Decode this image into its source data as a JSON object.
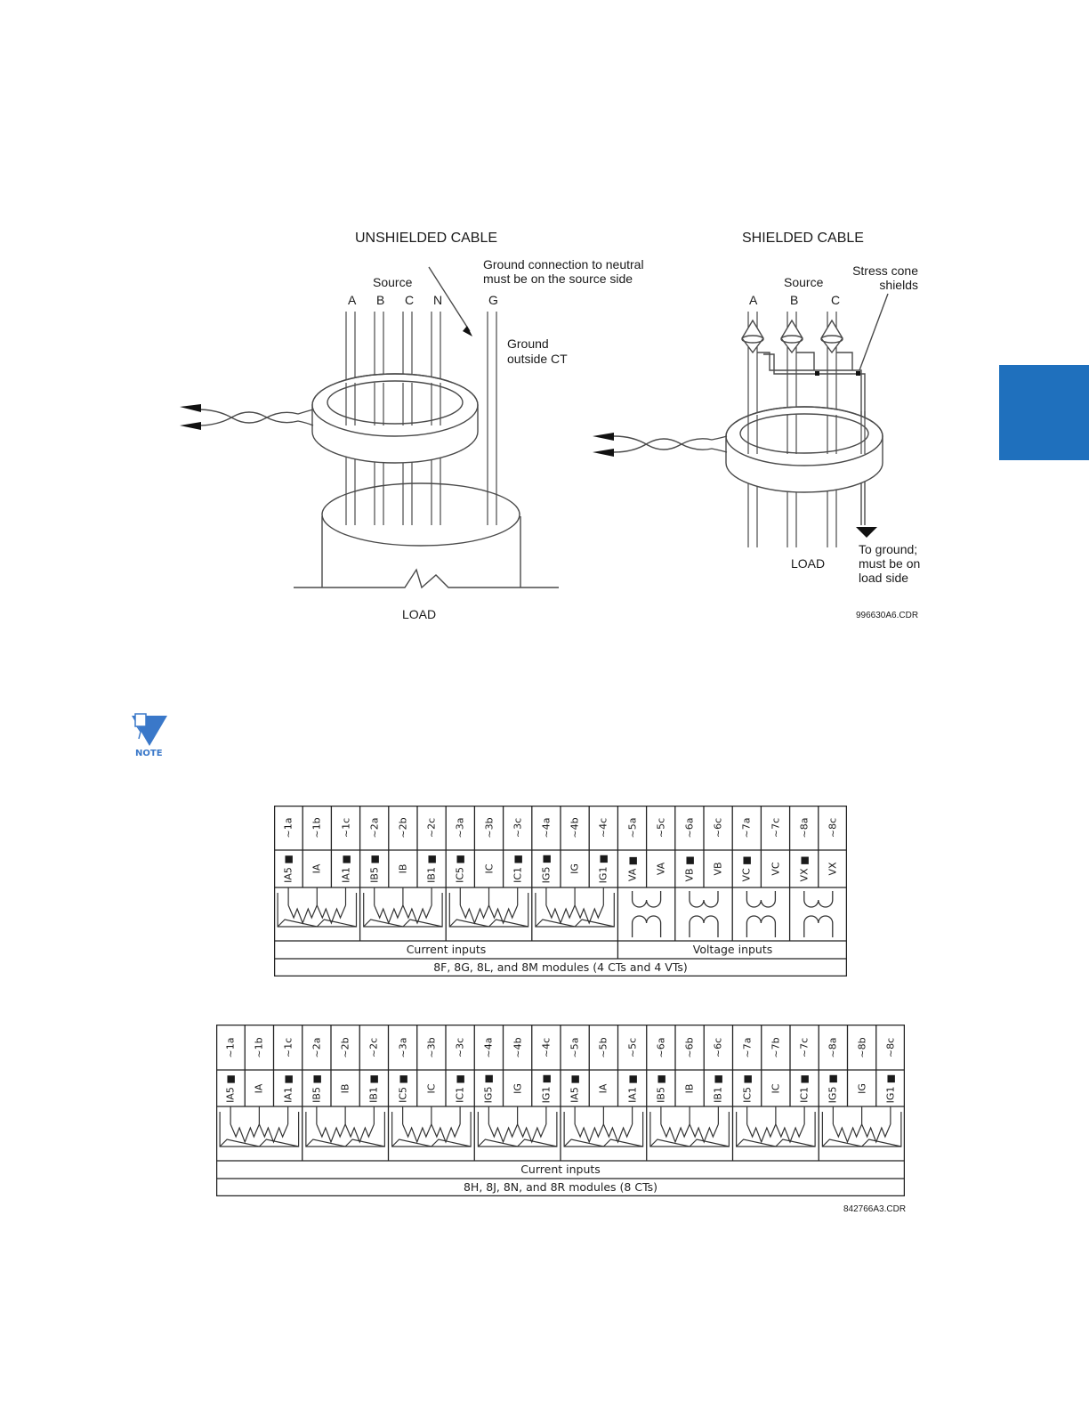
{
  "colors": {
    "accent_tab": "#1f70bd",
    "note_icon": "#3a78c9",
    "line": "#4a4a4a"
  },
  "fig1": {
    "unshielded_title": "UNSHIELDED CABLE",
    "shielded_title": "SHIELDED CABLE",
    "unshielded": {
      "source": "Source",
      "phases": [
        "A",
        "B",
        "C",
        "N",
        "G"
      ],
      "ground_note_l1": "Ground connection to neutral",
      "ground_note_l2": "must be on the source side",
      "ground_outside_l1": "Ground",
      "ground_outside_l2": "outside CT",
      "load": "LOAD"
    },
    "shielded": {
      "source": "Source",
      "phases": [
        "A",
        "B",
        "C"
      ],
      "stress_l1": "Stress cone",
      "stress_l2": "shields",
      "load": "LOAD",
      "ground_l1": "To ground;",
      "ground_l2": "must be on",
      "ground_l3": "load side"
    },
    "code": "996630A6.CDR"
  },
  "note_icon": {
    "label": "NOTE",
    "icon": "note-hand-icon"
  },
  "table1": {
    "terminals": [
      "~1a",
      "~1b",
      "~1c",
      "~2a",
      "~2b",
      "~2c",
      "~3a",
      "~3b",
      "~3c",
      "~4a",
      "~4b",
      "~4c",
      "~5a",
      "~5c",
      "~6a",
      "~6c",
      "~7a",
      "~7c",
      "~8a",
      "~8c"
    ],
    "signals": [
      "IA5 ■",
      "IA",
      "IA1 ■",
      "IB5 ■",
      "IB",
      "IB1 ■",
      "IC5 ■",
      "IC",
      "IC1 ■",
      "IG5 ■",
      "IG",
      "IG1 ■",
      "VA ■",
      "VA",
      "VB ■",
      "VB",
      "VC ■",
      "VC",
      "VX ■",
      "VX"
    ],
    "current_label": "Current inputs",
    "voltage_label": "Voltage inputs",
    "caption": "8F, 8G, 8L, and 8M modules (4 CTs and 4 VTs)"
  },
  "table2": {
    "terminals": [
      "~1a",
      "~1b",
      "~1c",
      "~2a",
      "~2b",
      "~2c",
      "~3a",
      "~3b",
      "~3c",
      "~4a",
      "~4b",
      "~4c",
      "~5a",
      "~5b",
      "~5c",
      "~6a",
      "~6b",
      "~6c",
      "~7a",
      "~7b",
      "~7c",
      "~8a",
      "~8b",
      "~8c"
    ],
    "signals": [
      "IA5 ■",
      "IA",
      "IA1 ■",
      "IB5 ■",
      "IB",
      "IB1 ■",
      "IC5 ■",
      "IC",
      "IC1 ■",
      "IG5 ■",
      "IG",
      "IG1 ■",
      "IA5 ■",
      "IA",
      "IA1 ■",
      "IB5 ■",
      "IB",
      "IB1 ■",
      "IC5 ■",
      "IC",
      "IC1 ■",
      "IG5 ■",
      "IG",
      "IG1 ■"
    ],
    "current_label": "Current inputs",
    "caption": "8H, 8J, 8N, and 8R modules (8 CTs)"
  },
  "fig2_code": "842766A3.CDR"
}
